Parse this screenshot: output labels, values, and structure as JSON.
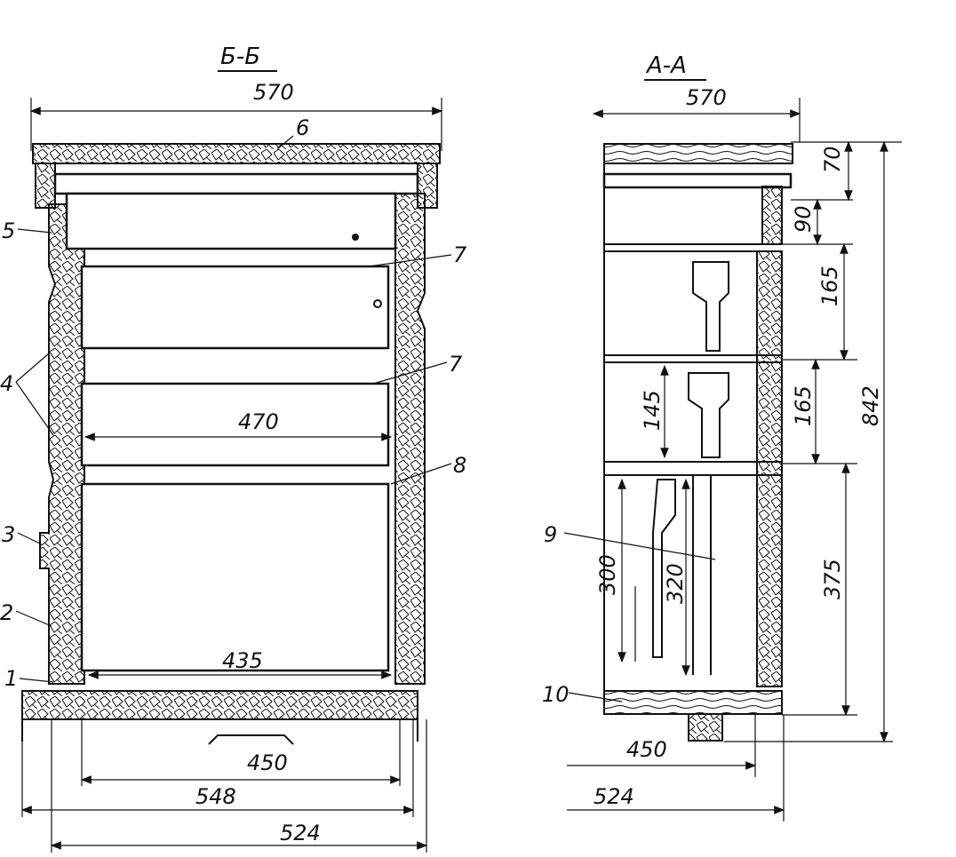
{
  "section_bb": {
    "title": "Б-Б",
    "dims": {
      "top_width": "570",
      "frame_inner": "470",
      "bottom_frame": "435",
      "base_inner": "450",
      "base_outer": "548",
      "base_total": "524"
    },
    "callouts": [
      "6",
      "5",
      "7",
      "7",
      "4",
      "8",
      "3",
      "2",
      "1"
    ]
  },
  "section_aa": {
    "title": "А-А",
    "dims": {
      "top_width": "570",
      "roof": "70",
      "feeder": "90",
      "super1": "165",
      "super2": "165",
      "total_height": "842",
      "frame_half": "145",
      "frame_body": "300",
      "frame_full": "320",
      "body": "375",
      "bottom_inner": "450",
      "bottom_outer": "524"
    },
    "callouts": [
      "9",
      "10"
    ]
  }
}
